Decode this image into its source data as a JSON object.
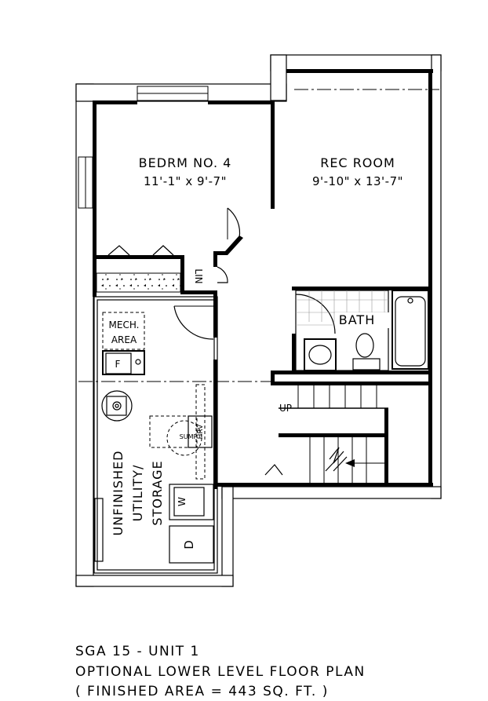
{
  "rooms": {
    "bedroom": {
      "name": "BEDRM NO. 4",
      "size": "11'-1\" x 9'-7\""
    },
    "rec_room": {
      "name": "REC ROOM",
      "size": "9'-10\" x 13'-7\""
    },
    "bath": {
      "name": "BATH"
    },
    "linen": {
      "name": "LIN"
    },
    "mech": {
      "line1": "MECH.",
      "line2": "AREA"
    },
    "utility": {
      "line1": "UNFINISHED",
      "line2": "UTILITY/",
      "line3": "STORAGE"
    }
  },
  "fixtures": {
    "furnace": "F",
    "sump": "SUMP",
    "hrv": "HRV",
    "washer": "W",
    "dryer": "D",
    "stairs_up": "UP"
  },
  "caption": {
    "line1": "SGA 15 - UNIT 1",
    "line2": "OPTIONAL LOWER LEVEL FLOOR PLAN",
    "line3": "( FINISHED AREA = 443 SQ. FT. )"
  }
}
